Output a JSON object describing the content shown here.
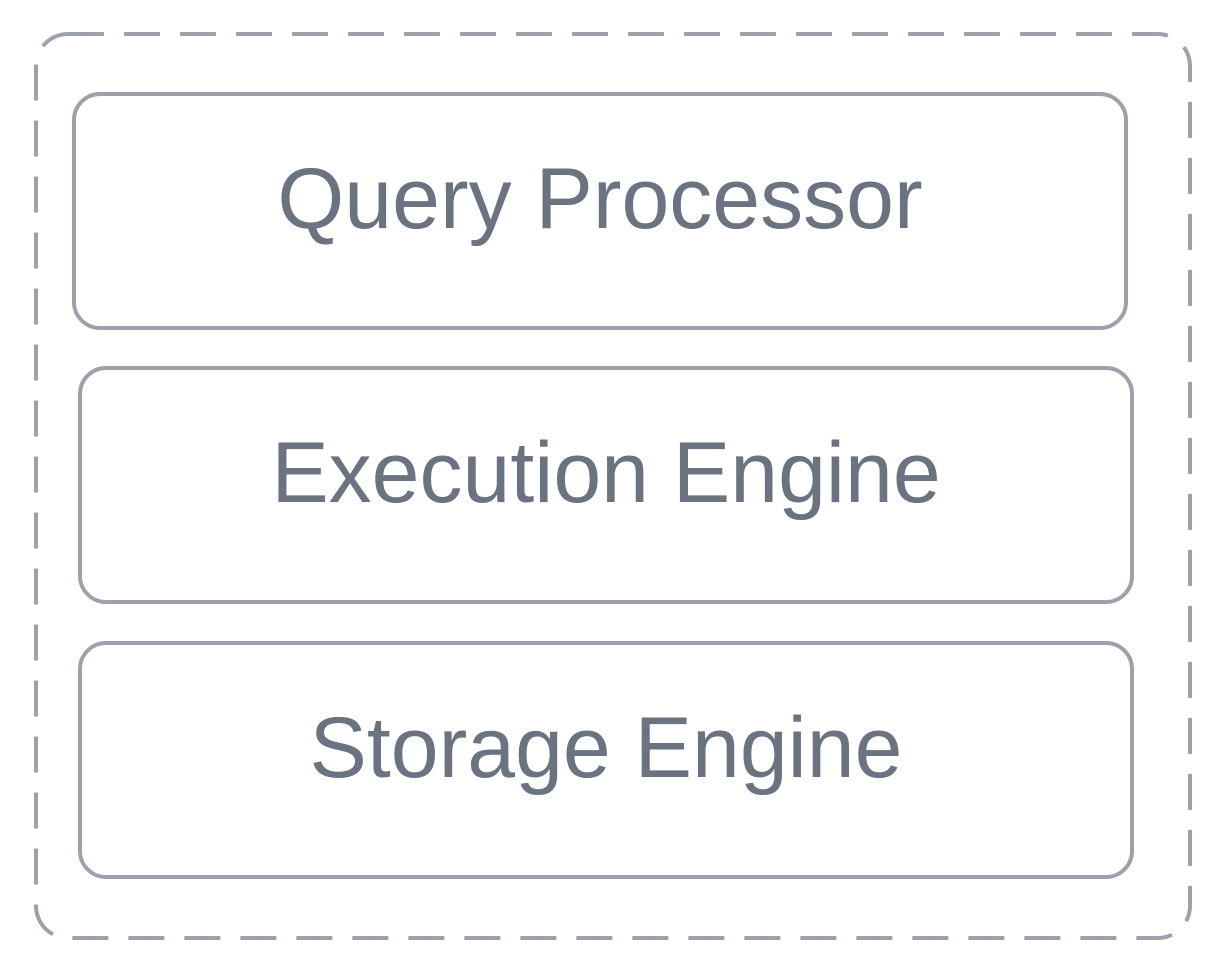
{
  "diagram": {
    "layers": [
      {
        "label": "Query Processor"
      },
      {
        "label": "Execution Engine"
      },
      {
        "label": "Storage Engine"
      }
    ],
    "colors": {
      "border": "#9ca1ab",
      "text": "#6b7280",
      "background": "#ffffff"
    }
  }
}
